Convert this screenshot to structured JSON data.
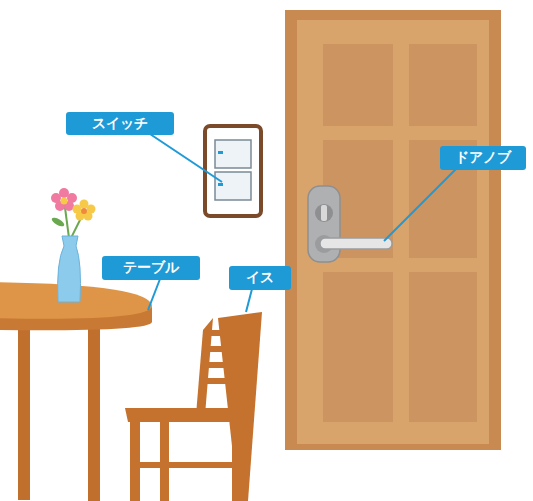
{
  "diagram": {
    "nodes": [
      {
        "text": [
          "スイッチ"
        ]
      },
      {
        "text": [
          "ドアノブ"
        ]
      },
      {
        "text": [
          "テーブル"
        ]
      },
      {
        "text": [
          "イス"
        ]
      }
    ]
  }
}
